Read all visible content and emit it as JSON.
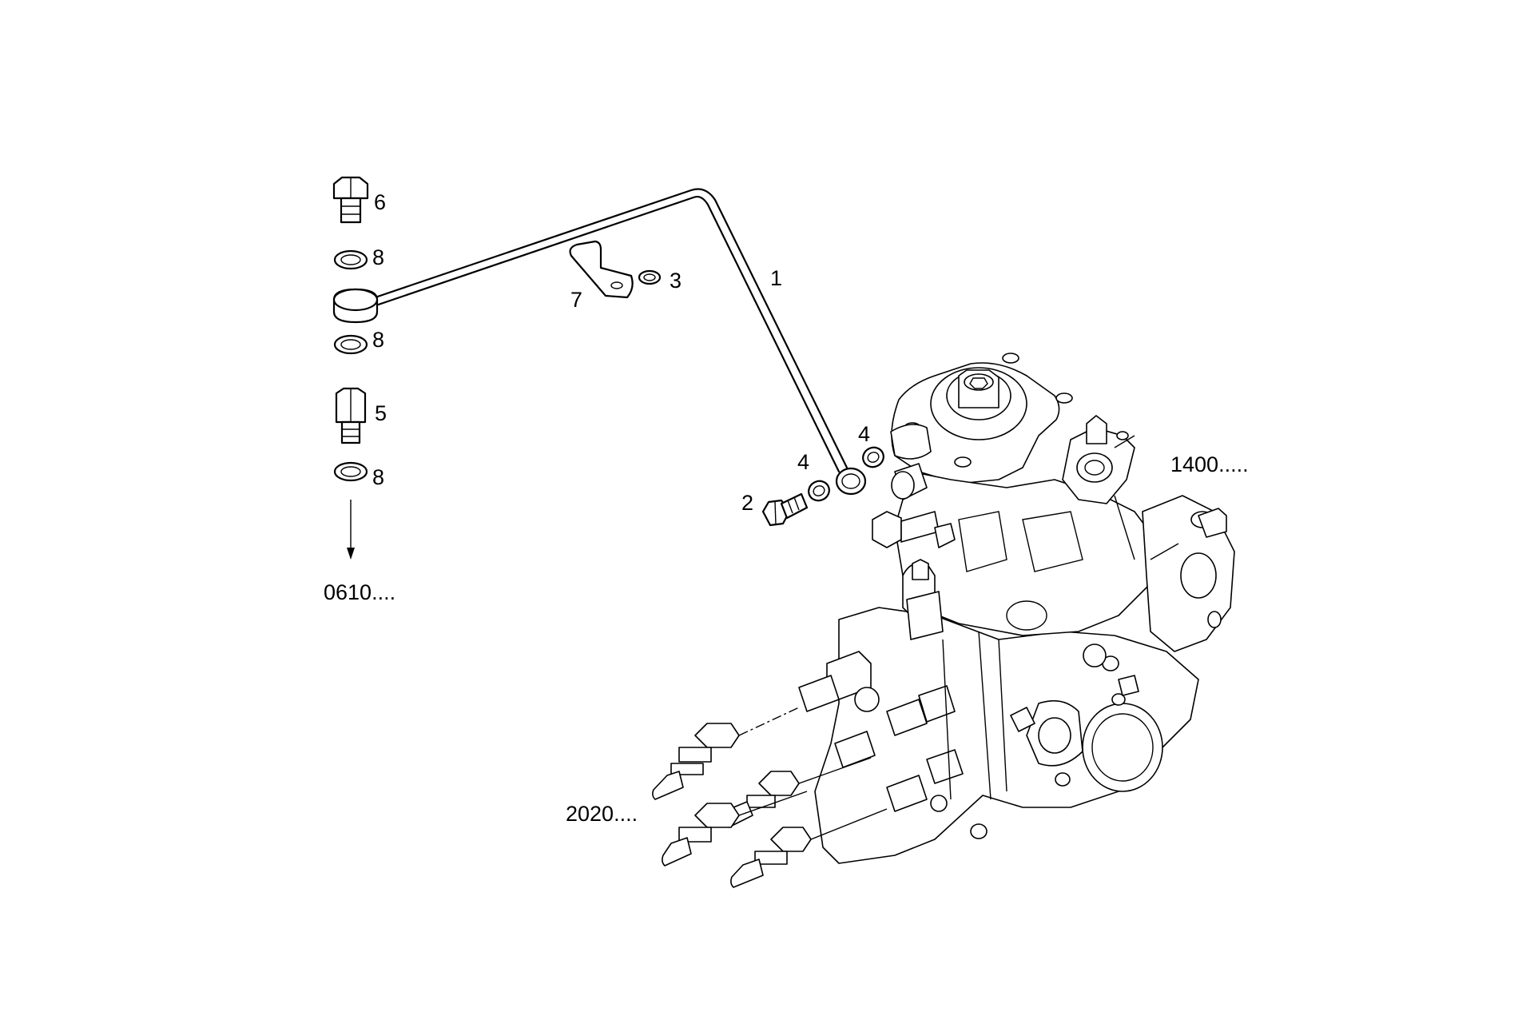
{
  "callouts": {
    "pipe": "1",
    "bolt_banjo": "2",
    "washer_clip": "3",
    "washer_4_left": "4",
    "washer_4_right": "4",
    "union_fitting": "5",
    "banjo_bolt_top": "6",
    "clip": "7",
    "seal_top": "8",
    "seal_mid": "8",
    "seal_bottom": "8"
  },
  "references": {
    "ref_0610": "0610....",
    "ref_1400": "1400.....",
    "ref_2020": "2020...."
  }
}
